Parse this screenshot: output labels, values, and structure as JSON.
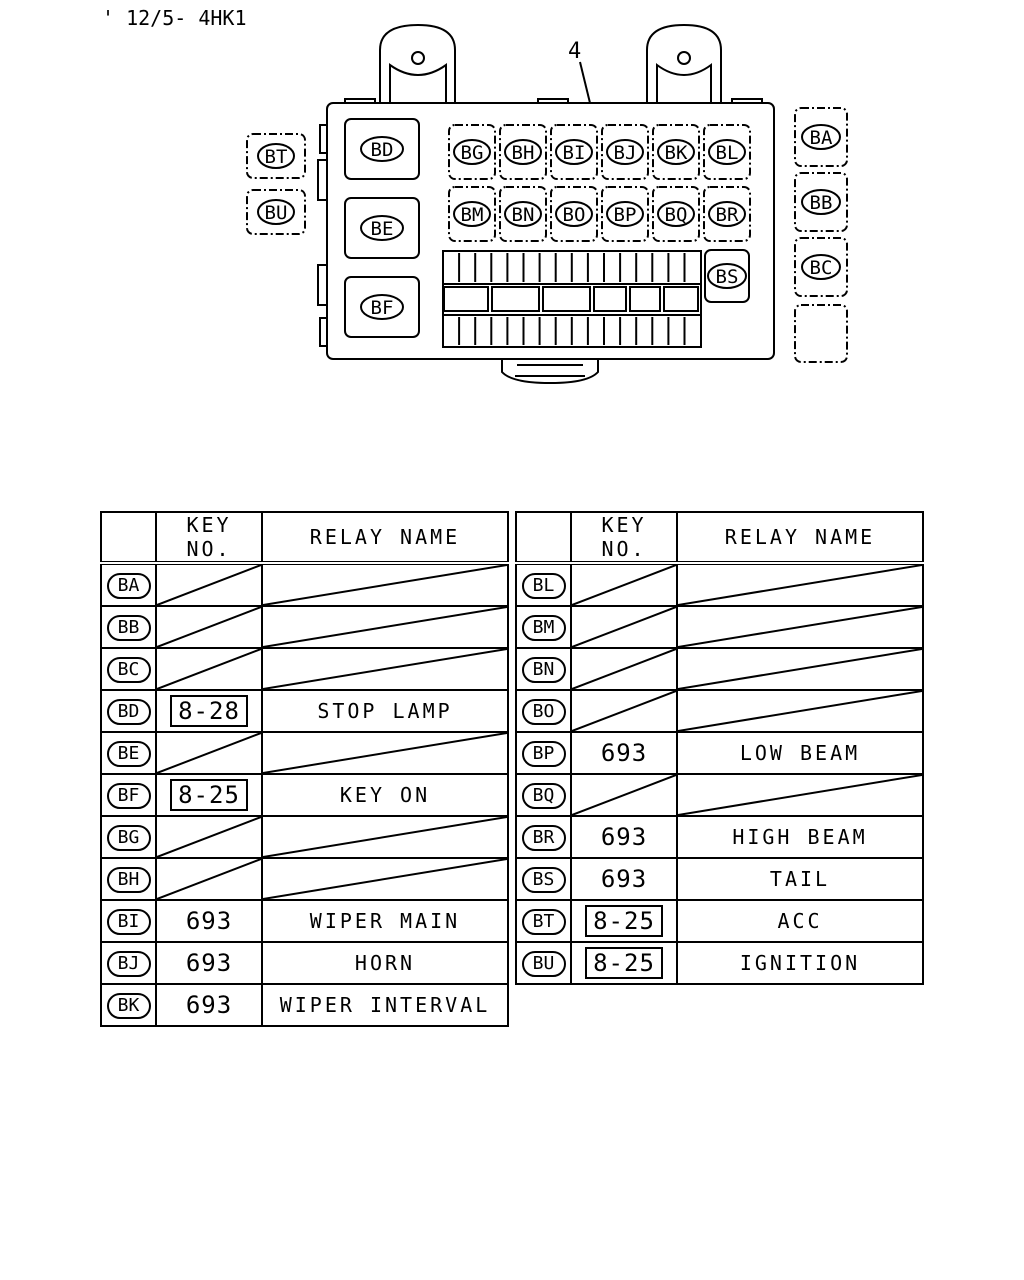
{
  "header": {
    "code": "' 12/5-  4HK1"
  },
  "diagram": {
    "callout": "4",
    "relays_main": [
      "BD",
      "BE",
      "BF"
    ],
    "relays_row1": [
      "BG",
      "BH",
      "BI",
      "BJ",
      "BK",
      "BL"
    ],
    "relays_row2": [
      "BM",
      "BN",
      "BO",
      "BP",
      "BQ",
      "BR"
    ],
    "relay_side": "BS",
    "relays_left": [
      "BT",
      "BU"
    ],
    "relays_right": [
      "BA",
      "BB",
      "BC"
    ]
  },
  "table_headers": {
    "key_no": "KEY NO.",
    "relay_name": "RELAY NAME"
  },
  "table_left": [
    {
      "id": "BA",
      "key": "",
      "name": "",
      "boxed": false
    },
    {
      "id": "BB",
      "key": "",
      "name": "",
      "boxed": false
    },
    {
      "id": "BC",
      "key": "",
      "name": "",
      "boxed": false
    },
    {
      "id": "BD",
      "key": "8-28",
      "name": "STOP LAMP",
      "boxed": true
    },
    {
      "id": "BE",
      "key": "",
      "name": "",
      "boxed": false
    },
    {
      "id": "BF",
      "key": "8-25",
      "name": "KEY ON",
      "boxed": true
    },
    {
      "id": "BG",
      "key": "",
      "name": "",
      "boxed": false
    },
    {
      "id": "BH",
      "key": "",
      "name": "",
      "boxed": false
    },
    {
      "id": "BI",
      "key": "693",
      "name": "WIPER MAIN",
      "boxed": false
    },
    {
      "id": "BJ",
      "key": "693",
      "name": "HORN",
      "boxed": false
    },
    {
      "id": "BK",
      "key": "693",
      "name": "WIPER INTERVAL",
      "boxed": false
    }
  ],
  "table_right": [
    {
      "id": "BL",
      "key": "",
      "name": "",
      "boxed": false
    },
    {
      "id": "BM",
      "key": "",
      "name": "",
      "boxed": false
    },
    {
      "id": "BN",
      "key": "",
      "name": "",
      "boxed": false
    },
    {
      "id": "BO",
      "key": "",
      "name": "",
      "boxed": false
    },
    {
      "id": "BP",
      "key": "693",
      "name": "LOW BEAM",
      "boxed": false
    },
    {
      "id": "BQ",
      "key": "",
      "name": "",
      "boxed": false
    },
    {
      "id": "BR",
      "key": "693",
      "name": "HIGH BEAM",
      "boxed": false
    },
    {
      "id": "BS",
      "key": "693",
      "name": "TAIL",
      "boxed": false
    },
    {
      "id": "BT",
      "key": "8-25",
      "name": "ACC",
      "boxed": true
    },
    {
      "id": "BU",
      "key": "8-25",
      "name": "IGNITION",
      "boxed": true
    }
  ]
}
